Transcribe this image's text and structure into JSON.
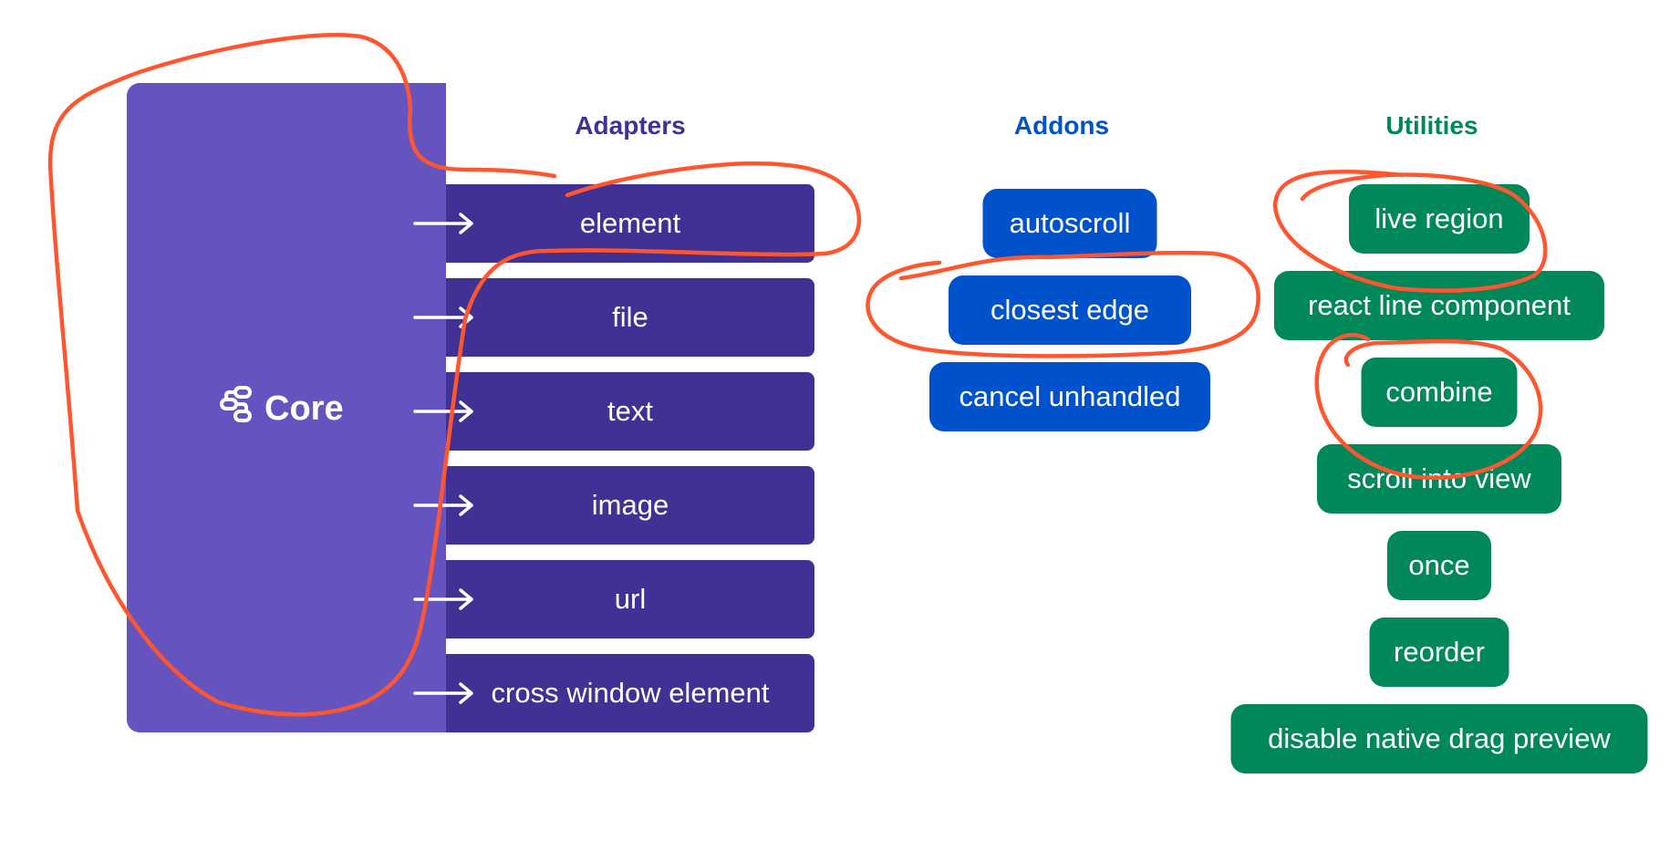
{
  "colors": {
    "core": "#6554C0",
    "adapter": "#403294",
    "addon": "#0052CC",
    "utility": "#00875A",
    "annotation": "#FF5630"
  },
  "core": {
    "label": "Core",
    "icon": "flow-nodes-icon"
  },
  "adapters": {
    "heading": "Adapters",
    "items": [
      "element",
      "file",
      "text",
      "image",
      "url",
      "cross window element"
    ]
  },
  "addons": {
    "heading": "Addons",
    "items": [
      "autoscroll",
      "closest edge",
      "cancel unhandled"
    ]
  },
  "utilities": {
    "heading": "Utilities",
    "items": [
      "live region",
      "react line component",
      "combine",
      "scroll into view",
      "once",
      "reorder",
      "disable native drag preview"
    ]
  }
}
